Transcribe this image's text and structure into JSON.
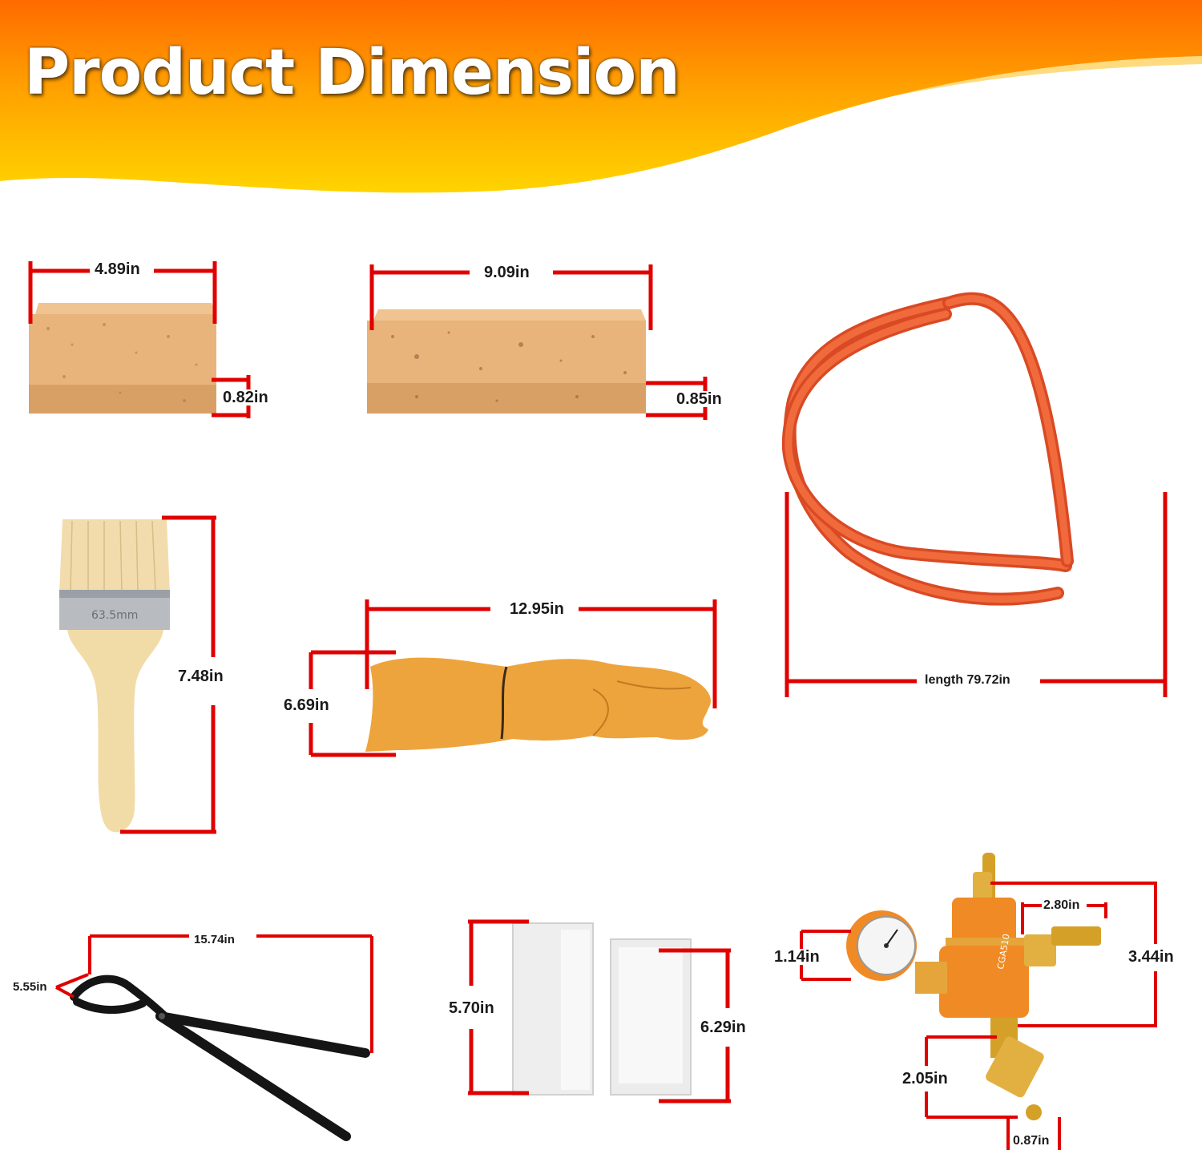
{
  "header": {
    "title": "Product Dimension"
  },
  "colors": {
    "banner_top": "#ff7a00",
    "banner_bottom": "#ffd200",
    "dimension_line": "#e00000",
    "hose": "#e8502c",
    "brick": "#e8b47c",
    "glove": "#eea43c"
  },
  "products": {
    "fire_brick_small": {
      "width": "4.89in",
      "thickness": "0.82in"
    },
    "fire_brick_large": {
      "width": "9.09in",
      "thickness": "0.85in"
    },
    "brush": {
      "length": "7.48in",
      "stamp": "63.5mm"
    },
    "glove": {
      "length": "12.95in",
      "height": "6.69in"
    },
    "hose": {
      "length": "length 79.72in"
    },
    "tongs": {
      "length": "15.74in",
      "jaw": "5.55in"
    },
    "bags": {
      "left_height": "5.70in",
      "right_height": "6.29in"
    },
    "regulator": {
      "width": "2.80in",
      "height": "3.44in",
      "gauge": "1.14in",
      "body": "2.05in",
      "nozzle": "0.87in",
      "marking": "CGA510"
    }
  }
}
